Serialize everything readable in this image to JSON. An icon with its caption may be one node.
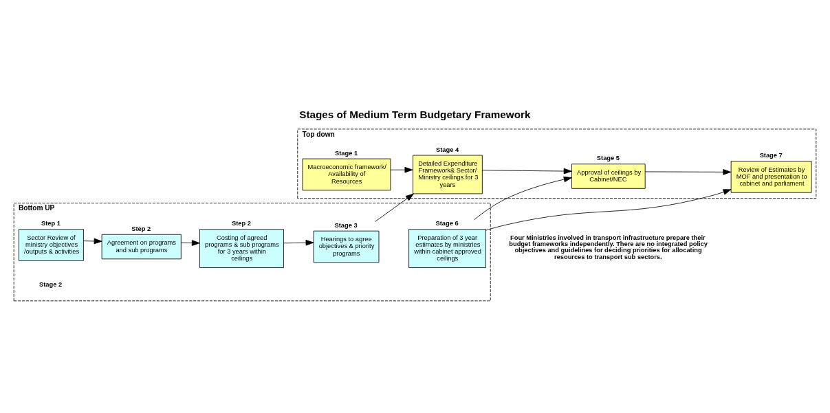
{
  "diagram": {
    "title": "Stages of Medium Term Budgetary Framework",
    "caption": "Four Ministries involved in transport infrastructure prepare their budget frameworks independently. There are no integrated policy objectives and guidelines for deciding priorities for allocating resources to transport sub sectors.",
    "nodes": [
      {
        "text": [
          "Top down"
        ]
      },
      {
        "text": [
          "Macroeconomic framework/ Availability of Resources"
        ],
        "in": 0,
        "beside": [
          "Stage 1"
        ]
      },
      {
        "text": [
          "Detailed Expenditure Framework& Sector/ Ministry ceilings for 3 years"
        ],
        "in": 0,
        "beside": [
          "Stage 4"
        ]
      },
      {
        "text": [
          "Approval of ceilings by Cabinet/NEC"
        ],
        "in": 0,
        "beside": [
          "Stage 5"
        ]
      },
      {
        "text": [
          "Review of Estimates by MOF and presentation to cabinet and parliament"
        ],
        "in": 0,
        "beside": [
          "Stage 7"
        ]
      },
      {
        "text": [
          "Bottom UP"
        ]
      },
      {
        "text": [
          "Sector Review of ministry objectives /outputs & activities"
        ],
        "in": 5,
        "beside": [
          "Step 1"
        ]
      },
      {
        "text": [
          "Agreement on programs and sub programs"
        ],
        "in": 5,
        "beside": [
          "Step 2"
        ]
      },
      {
        "text": [
          "Costing of agreed programs & sub programs for 3 years within ceilings"
        ],
        "in": 5,
        "beside": [
          "Step 2"
        ]
      },
      {
        "text": [
          "Hearings to agree objectives & priority programs"
        ],
        "in": 5,
        "beside": [
          "Stage 3"
        ]
      },
      {
        "text": [
          "Preparation of 3 year estimates by ministries within cabinet approved ceilings"
        ],
        "in": 5,
        "beside": [
          "Stage 6"
        ]
      }
    ],
    "edges": [
      {
        "from": 1,
        "to": 2,
        "arrow": "to"
      },
      {
        "from": 2,
        "to": 3,
        "arrow": "to"
      },
      {
        "from": 3,
        "to": 4,
        "arrow": "to"
      },
      {
        "from": 6,
        "to": 7,
        "arrow": "to"
      },
      {
        "from": 7,
        "to": 8,
        "arrow": "to"
      },
      {
        "from": 8,
        "to": 9,
        "arrow": "to"
      },
      {
        "from": 9,
        "to": 2,
        "arrow": "to"
      },
      {
        "from": 10,
        "to": 3,
        "arrow": "to"
      },
      {
        "from": 10,
        "to": 4,
        "arrow": "to"
      }
    ],
    "labels": [
      "Stage 2"
    ]
  }
}
